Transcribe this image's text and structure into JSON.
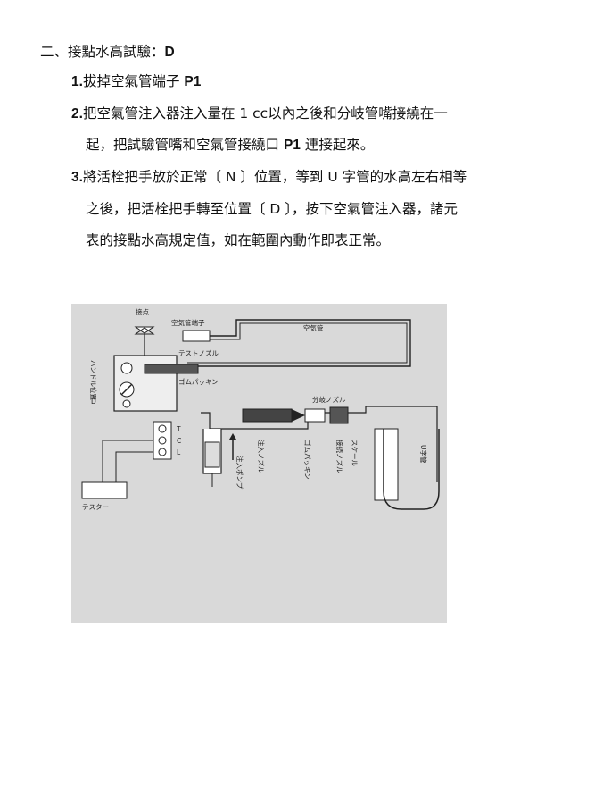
{
  "heading": {
    "prefix": "二、接點水高試驗：",
    "code": "D"
  },
  "steps": [
    {
      "num": "1.",
      "text_a": "拔掉空氣管端子 ",
      "bold_a": "P1"
    },
    {
      "num": "2.",
      "text_a": "把空氣管注入器注入量在 1 cc以內之後和分岐管嘴接繞在一",
      "line2_a": "起，把試驗管嘴和空氣管接繞口 ",
      "line2_bold": "P1",
      "line2_b": " 連接起來。"
    },
    {
      "num": "3.",
      "text_a": "將活栓把手放於正常〔 N 〕位置，等到 U 字管的水高左右相等",
      "line2_a": "之後，把活栓把手轉至位置〔 D 〕，按下空氣管注入器，諸元",
      "line3_a": "表的接點水高規定值，如在範圍內動作即表正常。"
    }
  ],
  "figure": {
    "labels": {
      "contact": "接点",
      "air_tube_terminal": "空気管端子",
      "air_tube": "空気管",
      "test_nozzle": "テストノズル",
      "rubber_packing": "ゴムパッキン",
      "handle_position": "ハンドル位置",
      "handle_d": "D",
      "branch_nozzle": "分岐ノズル",
      "injection_nozzle": "注入ノズル",
      "rubber_packing_2": "ゴムパッキン",
      "connection_nozzle": "接続ノズル",
      "scale": "スケール",
      "u_tube": "U字管",
      "injection_pump": "注入ポンプ",
      "tester": "テスター",
      "t": "T",
      "c": "C",
      "l": "L"
    }
  }
}
